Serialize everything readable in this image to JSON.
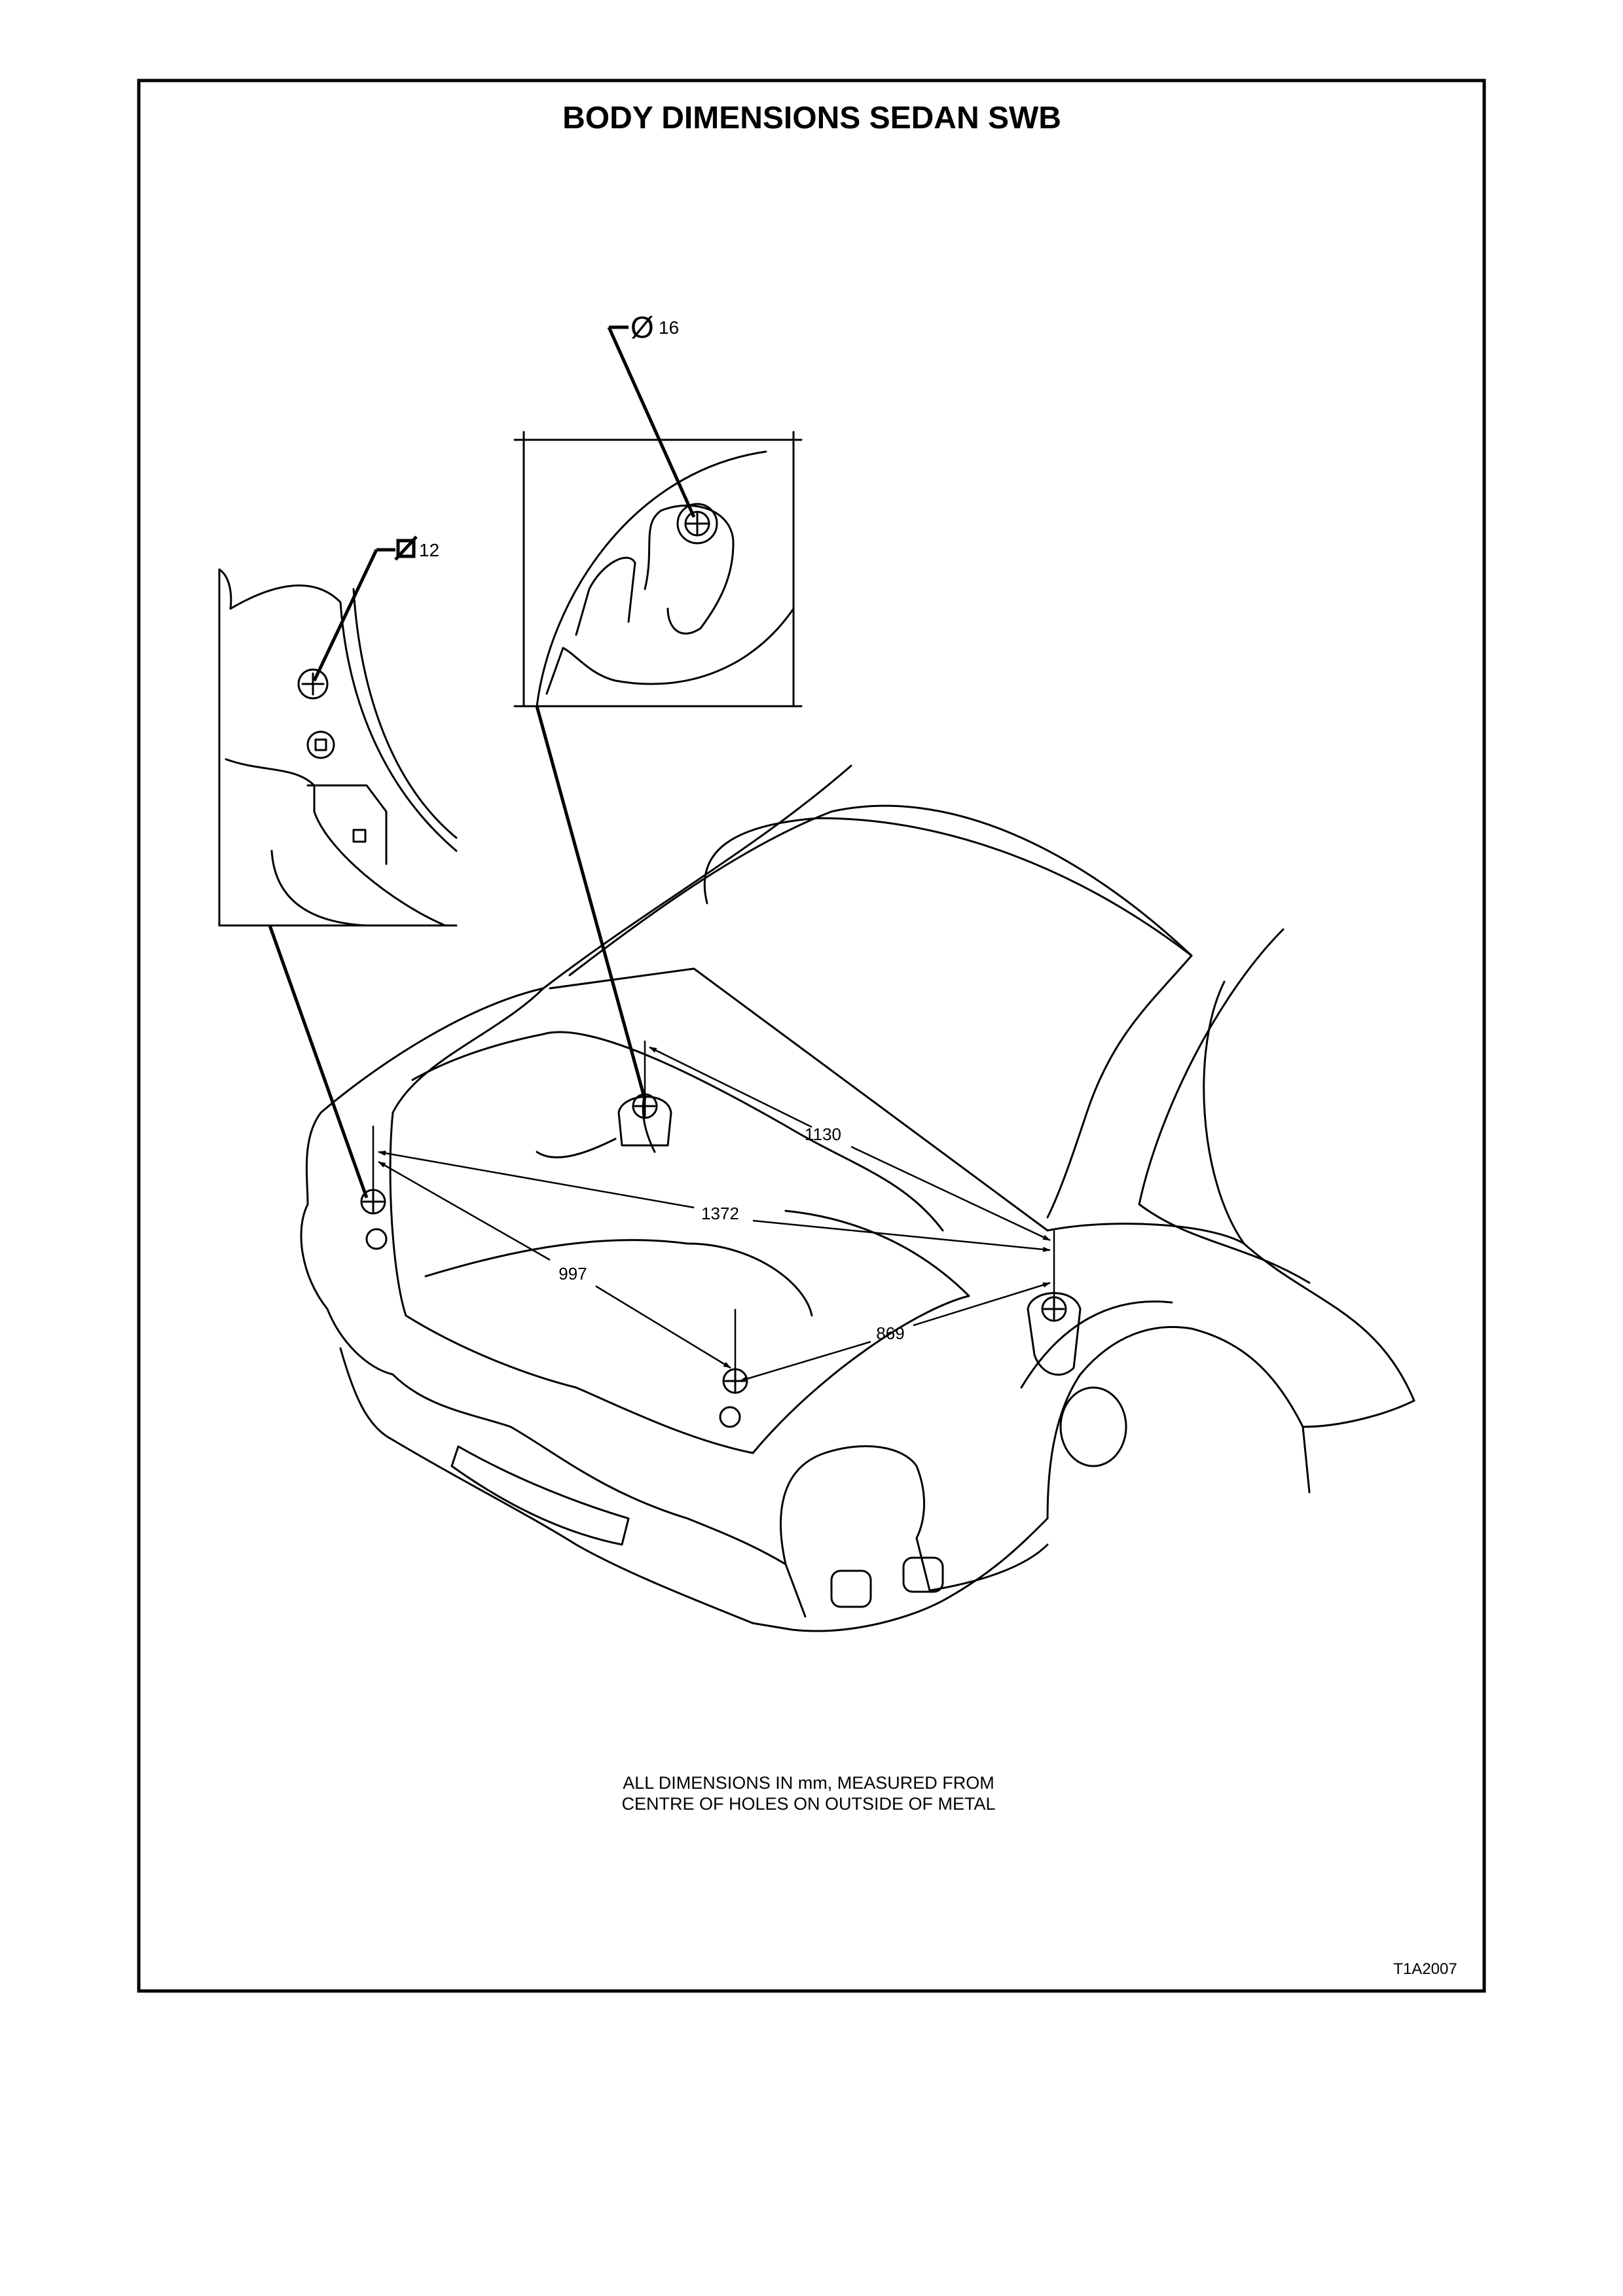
{
  "title": "BODY DIMENSIONS SEDAN SWB",
  "callouts": {
    "diameter_symbol": "Ø",
    "diameter_value": "16",
    "square_value": "12"
  },
  "dimensions": {
    "d1130": "1130",
    "d1372": "1372",
    "d997": "997",
    "d869": "869"
  },
  "note": {
    "line1": "ALL DIMENSIONS IN mm, MEASURED FROM",
    "line2": "CENTRE OF HOLES ON OUTSIDE OF METAL"
  },
  "figure_ref": "T1A2007"
}
